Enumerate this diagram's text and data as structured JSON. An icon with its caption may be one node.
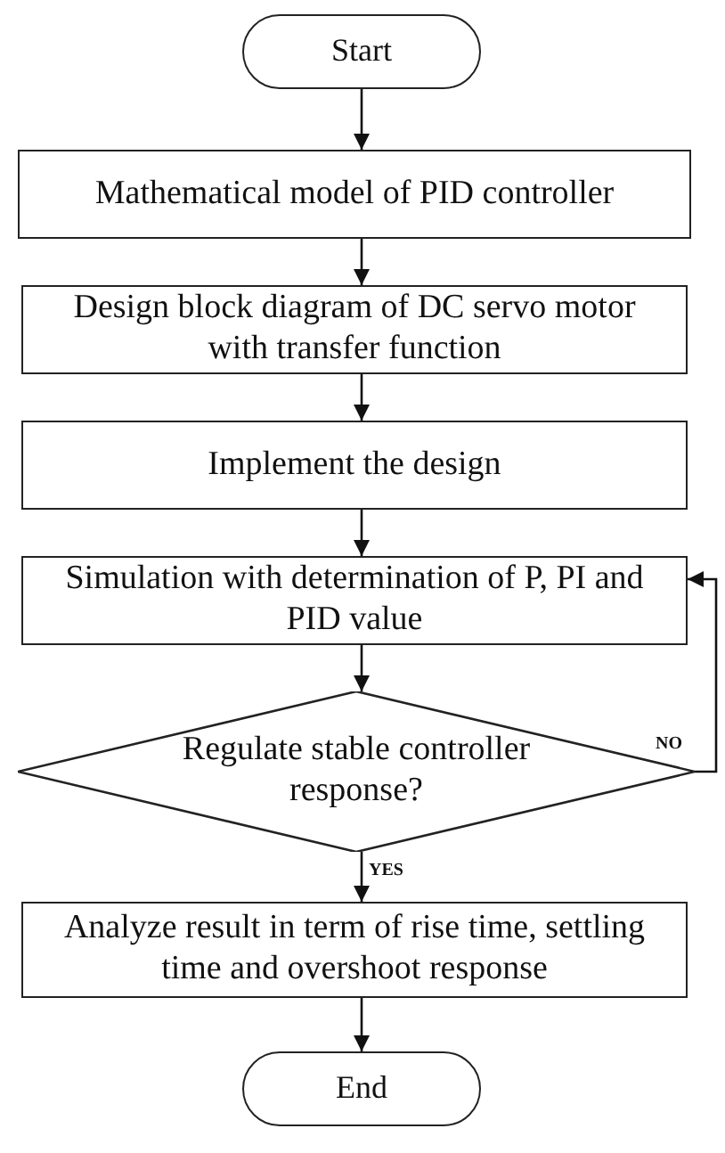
{
  "diagram": {
    "nodes": [
      {
        "text": [
          "Start"
        ]
      },
      {
        "text": [
          "Mathematical model of PID controller"
        ]
      },
      {
        "text": [
          "Design block diagram of DC servo motor with transfer function"
        ]
      },
      {
        "text": [
          "Implement the design"
        ]
      },
      {
        "text": [
          "Simulation with determination of P, PI and PID value"
        ]
      },
      {
        "text": [
          "Regulate stable controller response?"
        ]
      },
      {
        "text": [
          "Analyze result in term of rise time, settling time and overshoot response"
        ]
      },
      {
        "text": [
          "End"
        ]
      }
    ],
    "edges": [
      {
        "from": 0,
        "to": 1,
        "arrow": "to"
      },
      {
        "from": 1,
        "to": 2,
        "arrow": "to"
      },
      {
        "from": 2,
        "to": 3,
        "arrow": "to"
      },
      {
        "from": 3,
        "to": 4,
        "arrow": "to"
      },
      {
        "from": 4,
        "to": 5,
        "arrow": "to"
      },
      {
        "from": 5,
        "to": 6,
        "arrow": "to",
        "label": "YES"
      },
      {
        "from": 5,
        "to": 4,
        "arrow": "to",
        "label": "NO"
      },
      {
        "from": 6,
        "to": 7,
        "arrow": "to"
      }
    ]
  }
}
